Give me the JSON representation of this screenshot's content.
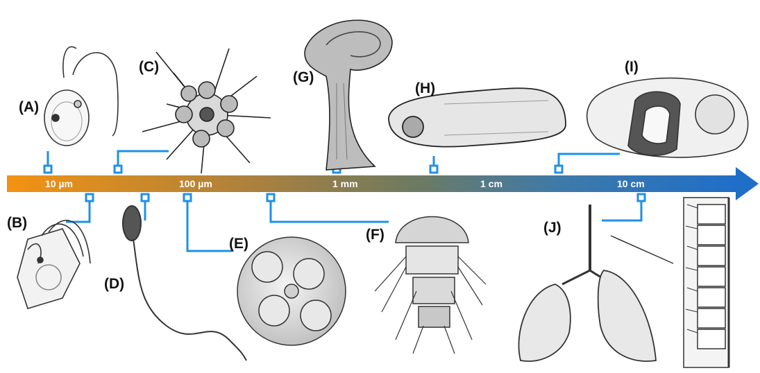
{
  "scale_axis": {
    "ticks": [
      "10 µm",
      "100 µm",
      "1 mm",
      "1 cm",
      "10 cm"
    ],
    "gradient_colors": [
      "#f39212",
      "#8a7a55",
      "#5a7a85",
      "#1f6ec8"
    ],
    "connector_color": "#1e90e8"
  },
  "panels": {
    "a": "(A)",
    "b": "(B)",
    "c": "(C)",
    "d": "(D)",
    "e": "(E)",
    "f": "(F)",
    "g": "(G)",
    "h": "(H)",
    "i": "(I)",
    "j": "(J)"
  }
}
